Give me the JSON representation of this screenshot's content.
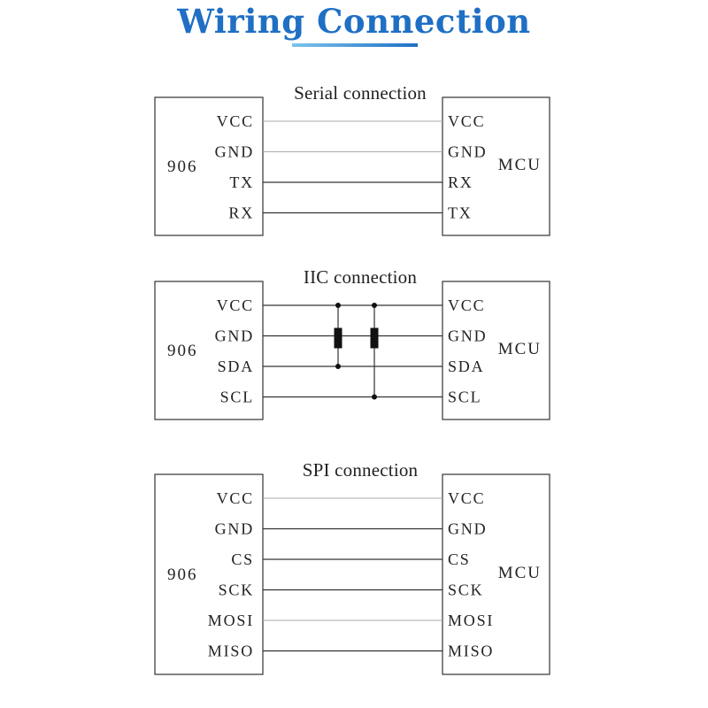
{
  "title": "Wiring Connection",
  "colors": {
    "title": "#1f6fc4",
    "underline_light": "#7cc4ee",
    "line": "#333333",
    "wire_light": "#aaaaaa"
  },
  "left_module_label": "906",
  "right_module_label": "MCU",
  "sections": [
    {
      "title": "Serial connection",
      "left_pins": [
        "VCC",
        "GND",
        "TX",
        "RX"
      ],
      "right_pins": [
        "VCC",
        "GND",
        "RX",
        "TX"
      ],
      "has_pullups": false
    },
    {
      "title": "IIC connection",
      "left_pins": [
        "VCC",
        "GND",
        "SDA",
        "SCL"
      ],
      "right_pins": [
        "VCC",
        "GND",
        "SDA",
        "SCL"
      ],
      "has_pullups": true
    },
    {
      "title": "SPI connection",
      "left_pins": [
        "VCC",
        "GND",
        "CS",
        "SCK",
        "MOSI",
        "MISO"
      ],
      "right_pins": [
        "VCC",
        "GND",
        "CS",
        "SCK",
        "MOSI",
        "MISO"
      ],
      "has_pullups": false
    }
  ]
}
